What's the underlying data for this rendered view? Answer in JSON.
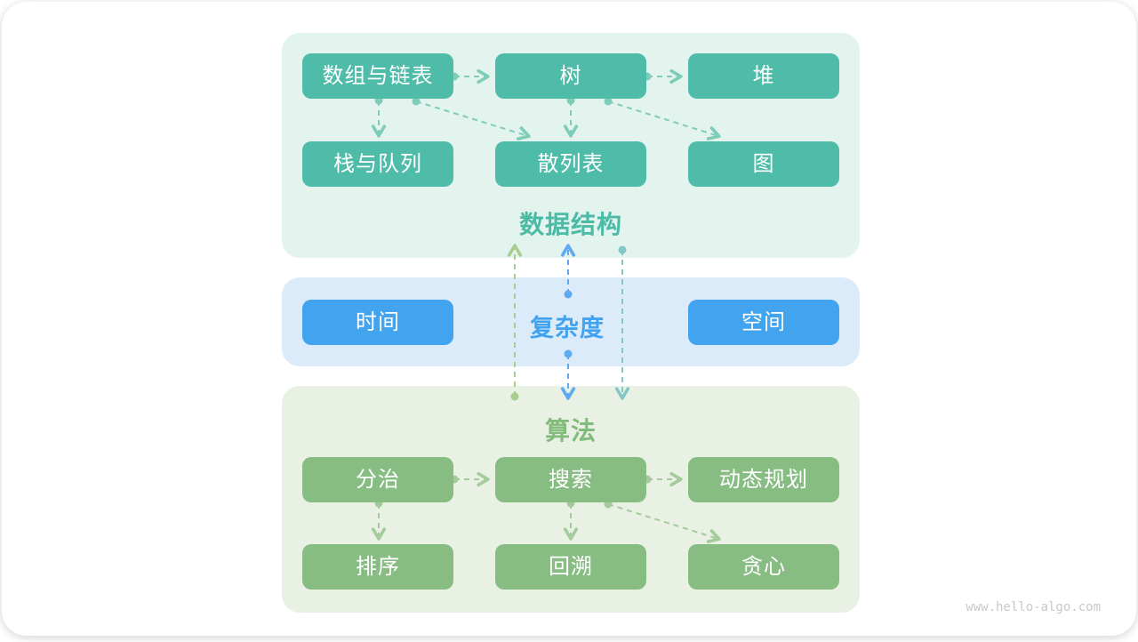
{
  "watermark": "www.hello-algo.com",
  "sections": {
    "data_structures": {
      "title": "数据结构",
      "nodes": {
        "r1c1": "数组与链表",
        "r1c2": "树",
        "r1c3": "堆",
        "r2c1": "栈与队列",
        "r2c2": "散列表",
        "r2c3": "图"
      }
    },
    "complexity": {
      "title": "复杂度",
      "nodes": {
        "left": "时间",
        "right": "空间"
      }
    },
    "algorithms": {
      "title": "算法",
      "nodes": {
        "r1c1": "分治",
        "r1c2": "搜索",
        "r1c3": "动态规划",
        "r2c1": "排序",
        "r2c2": "回溯",
        "r2c3": "贪心"
      }
    }
  },
  "edges": {
    "data_structures": [
      {
        "from": "数组与链表",
        "to": "树"
      },
      {
        "from": "树",
        "to": "堆"
      },
      {
        "from": "数组与链表",
        "to": "栈与队列"
      },
      {
        "from": "数组与链表",
        "to": "散列表"
      },
      {
        "from": "树",
        "to": "散列表"
      },
      {
        "from": "树",
        "to": "图"
      }
    ],
    "algorithms": [
      {
        "from": "分治",
        "to": "搜索"
      },
      {
        "from": "搜索",
        "to": "动态规划"
      },
      {
        "from": "分治",
        "to": "排序"
      },
      {
        "from": "搜索",
        "to": "回溯"
      },
      {
        "from": "搜索",
        "to": "贪心"
      }
    ],
    "between_sections": [
      {
        "from": "算法",
        "to": "数据结构",
        "color": "green"
      },
      {
        "from": "复杂度",
        "to": "数据结构",
        "color": "blue"
      },
      {
        "from": "复杂度",
        "to": "算法",
        "color": "blue"
      },
      {
        "from": "数据结构",
        "to": "算法",
        "color": "teal"
      }
    ]
  },
  "colors": {
    "teal_node": "#4ebca8",
    "teal_section_bg": "#e3f3ee",
    "teal_title": "#4cbba6",
    "teal_arrow": "#7fccb8",
    "blue_node": "#42a4ee",
    "blue_section_bg": "#dcebfa",
    "blue_title": "#41a3ef",
    "blue_arrow": "#5fa9f1",
    "green_node": "#87bd83",
    "green_section_bg": "#e8f1e3",
    "green_title": "#83bb7d",
    "green_arrow": "#a4cb9b",
    "connector_green": "#a9cd8e",
    "connector_teal": "#84c7c4",
    "watermark_color": "#c9c9c9"
  }
}
